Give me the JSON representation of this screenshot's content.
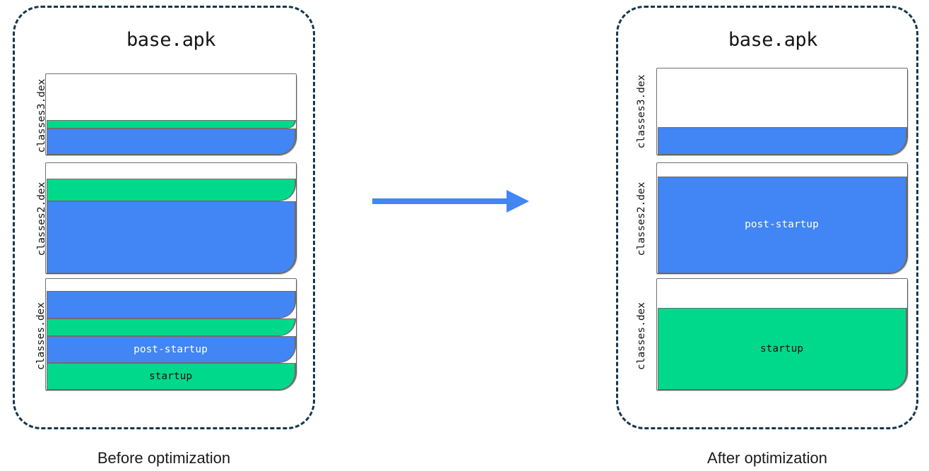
{
  "diagram": {
    "title_left": "base.apk",
    "title_right": "base.apk",
    "caption_left": "Before optimization",
    "caption_right": "After optimization",
    "arrow": {
      "name": "right-arrow",
      "color": "#4285f4",
      "direction": "right"
    }
  },
  "legend": {
    "startup_label": "startup",
    "post_startup_label": "post-startup",
    "startup_color": "#00d98b",
    "post_startup_color": "#4285f4",
    "empty_color": "#ffffff",
    "outline_color": "#6f6f6f",
    "panel_border_color": "#15374c"
  },
  "before": {
    "panel_name": "before-optimization-panel",
    "blocks": [
      {
        "label": "classes3.dex",
        "segments": [
          {
            "kind": "empty",
            "text": "",
            "pct": 58
          },
          {
            "kind": "startup",
            "text": "",
            "pct": 10
          },
          {
            "kind": "post-startup",
            "text": "",
            "pct": 32
          }
        ]
      },
      {
        "label": "classes2.dex",
        "segments": [
          {
            "kind": "empty",
            "text": "",
            "pct": 13
          },
          {
            "kind": "startup",
            "text": "",
            "pct": 20
          },
          {
            "kind": "post-startup",
            "text": "",
            "pct": 67
          }
        ]
      },
      {
        "label": "classes.dex",
        "segments": [
          {
            "kind": "empty",
            "text": "",
            "pct": 10
          },
          {
            "kind": "post-startup",
            "text": "",
            "pct": 25
          },
          {
            "kind": "startup",
            "text": "",
            "pct": 16
          },
          {
            "kind": "post-startup",
            "text": "post-startup",
            "pct": 25
          },
          {
            "kind": "startup",
            "text": "startup",
            "pct": 24
          }
        ]
      }
    ]
  },
  "after": {
    "panel_name": "after-optimization-panel",
    "blocks": [
      {
        "label": "classes3.dex",
        "segments": [
          {
            "kind": "empty",
            "text": "",
            "pct": 69
          },
          {
            "kind": "post-startup",
            "text": "",
            "pct": 31
          }
        ]
      },
      {
        "label": "classes2.dex",
        "segments": [
          {
            "kind": "empty",
            "text": "",
            "pct": 11
          },
          {
            "kind": "post-startup",
            "text": "post-startup",
            "pct": 89
          }
        ]
      },
      {
        "label": "classes.dex",
        "segments": [
          {
            "kind": "empty",
            "text": "",
            "pct": 25
          },
          {
            "kind": "startup",
            "text": "startup",
            "pct": 75
          }
        ]
      }
    ]
  }
}
